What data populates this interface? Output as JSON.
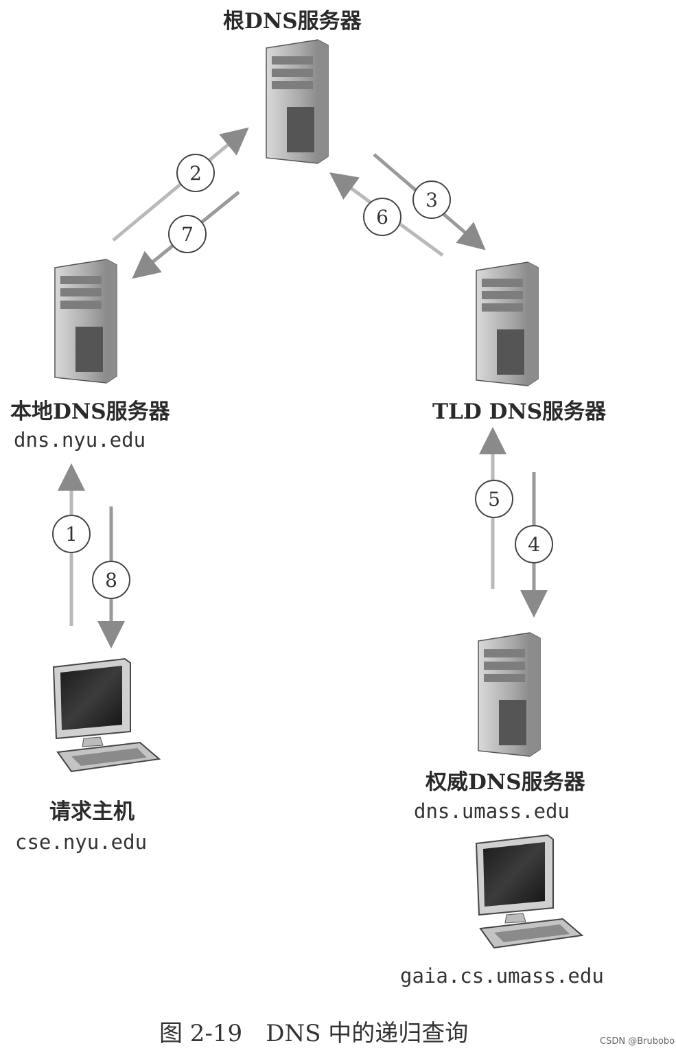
{
  "nodes": {
    "root": {
      "label": "根DNS服务器"
    },
    "local": {
      "label": "本地DNS服务器",
      "host": "dns.nyu.edu"
    },
    "tld": {
      "label": "TLD DNS服务器"
    },
    "auth": {
      "label": "权威DNS服务器",
      "host": "dns.umass.edu"
    },
    "requester": {
      "label": "请求主机",
      "host": "cse.nyu.edu"
    },
    "target": {
      "host": "gaia.cs.umass.edu"
    }
  },
  "steps": [
    "1",
    "2",
    "3",
    "4",
    "5",
    "6",
    "7",
    "8"
  ],
  "caption": "图 2-19　DNS 中的递归查询",
  "watermark": "CSDN @Brubobo",
  "colors": {
    "arrow": "#8f8f8f",
    "server": "#b5b5b5",
    "screen": "#2a2a2a"
  }
}
